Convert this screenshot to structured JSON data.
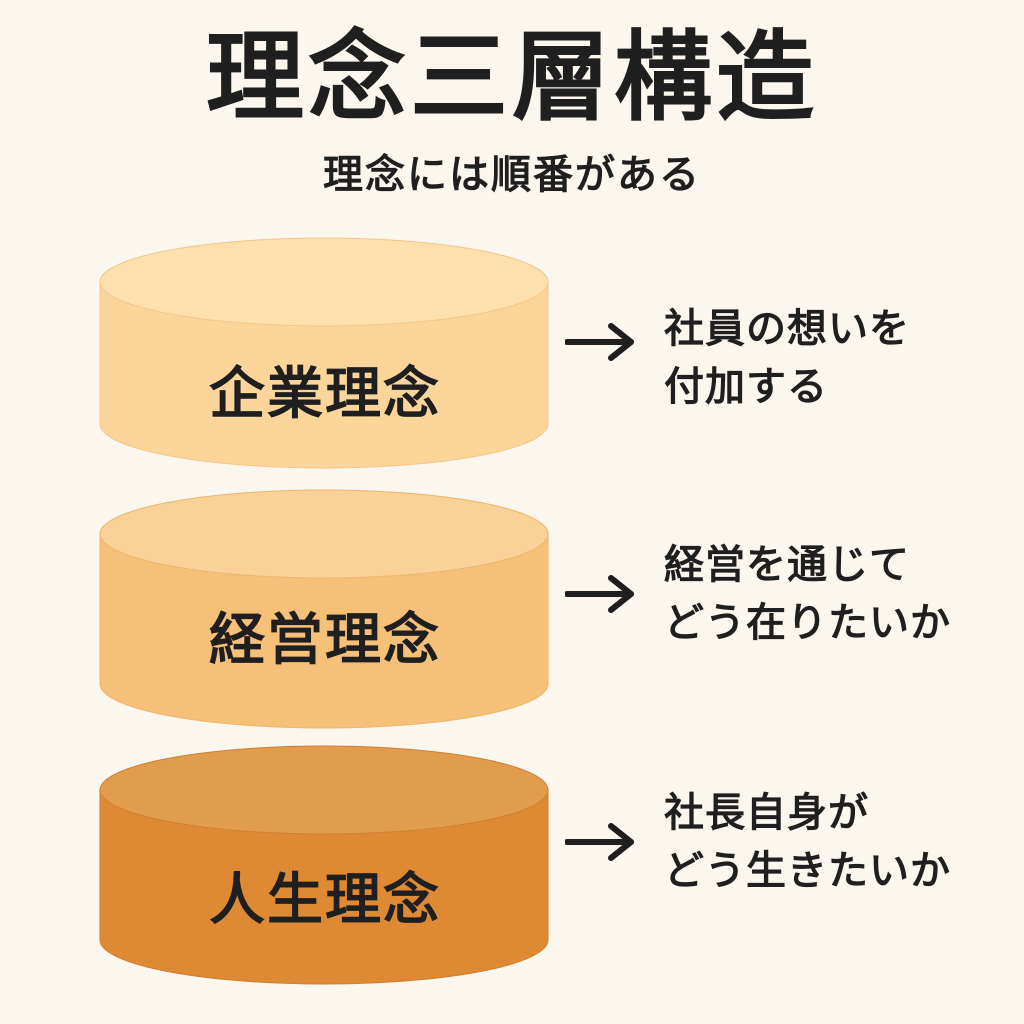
{
  "title": "理念三層構造",
  "subtitle": "理念には順番がある",
  "layers": [
    {
      "label": "企業理念",
      "description": [
        "社員の想いを",
        "付加する"
      ],
      "colors": {
        "top": "#fde0ad",
        "side": "#fcd59a",
        "rim": "#f3c68a"
      }
    },
    {
      "label": "経営理念",
      "description": [
        "経営を通じて",
        "どう在りたいか"
      ],
      "colors": {
        "top": "#fad199",
        "side": "#f5c078",
        "rim": "#ecb56c"
      }
    },
    {
      "label": "人生理念",
      "description": [
        "社長自身が",
        "どう生きたいか"
      ],
      "colors": {
        "top": "#e29c4e",
        "side": "#de8a35",
        "rim": "#cf7f30"
      }
    }
  ],
  "colors": {
    "background": "#fbf6ee",
    "text": "#1f1f1f"
  }
}
